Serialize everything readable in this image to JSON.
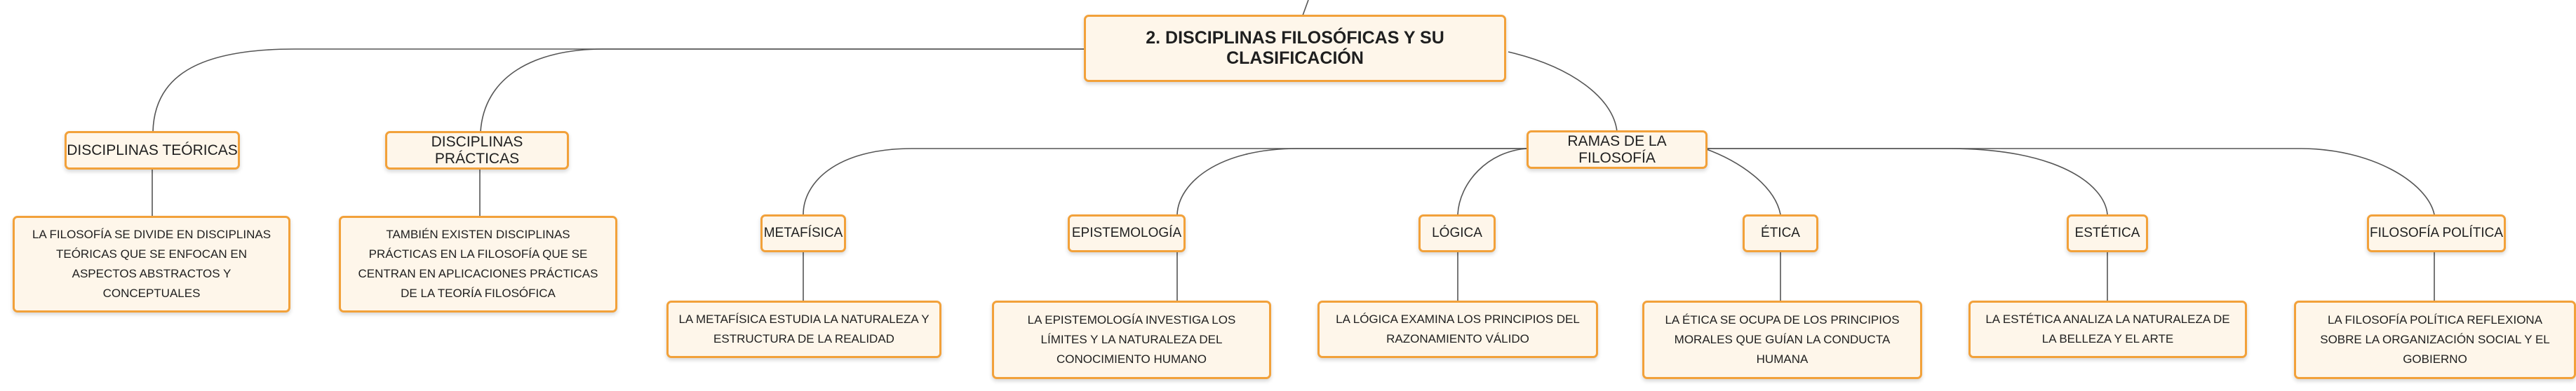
{
  "root": "2. DISCIPLINAS FILOSÓFICAS Y SU CLASIFICACIÓN",
  "teoricas": {
    "label": "DISCIPLINAS TEÓRICAS",
    "desc": "LA FILOSOFÍA SE DIVIDE EN DISCIPLINAS TEÓRICAS QUE SE ENFOCAN EN ASPECTOS ABSTRACTOS Y CONCEPTUALES"
  },
  "practicas": {
    "label": "DISCIPLINAS PRÁCTICAS",
    "desc": "TAMBIÉN EXISTEN DISCIPLINAS PRÁCTICAS EN LA FILOSOFÍA QUE SE CENTRAN EN APLICACIONES PRÁCTICAS DE LA TEORÍA FILOSÓFICA"
  },
  "ramas": {
    "label": "RAMAS DE LA FILOSOFÍA",
    "items": [
      {
        "label": "METAFÍSICA",
        "desc": "LA METAFÍSICA ESTUDIA LA NATURALEZA Y ESTRUCTURA DE LA REALIDAD"
      },
      {
        "label": "EPISTEMOLOGÍA",
        "desc": "LA EPISTEMOLOGÍA INVESTIGA LOS LÍMITES Y LA NATURALEZA DEL CONOCIMIENTO HUMANO"
      },
      {
        "label": "LÓGICA",
        "desc": "LA LÓGICA EXAMINA LOS PRINCIPIOS DEL RAZONAMIENTO VÁLIDO"
      },
      {
        "label": "ÉTICA",
        "desc": "LA ÉTICA SE OCUPA DE LOS PRINCIPIOS MORALES QUE GUÍAN LA CONDUCTA HUMANA"
      },
      {
        "label": "ESTÉTICA",
        "desc": "LA ESTÉTICA ANALIZA LA NATURALEZA DE LA BELLEZA Y EL ARTE"
      },
      {
        "label": "FILOSOFÍA POLÍTICA",
        "desc": "LA FILOSOFÍA POLÍTICA REFLEXIONA SOBRE LA ORGANIZACIÓN SOCIAL Y EL GOBIERNO"
      }
    ]
  },
  "colors": {
    "border": "#f2a13a",
    "fill": "#fef6ea",
    "line": "#555555"
  }
}
